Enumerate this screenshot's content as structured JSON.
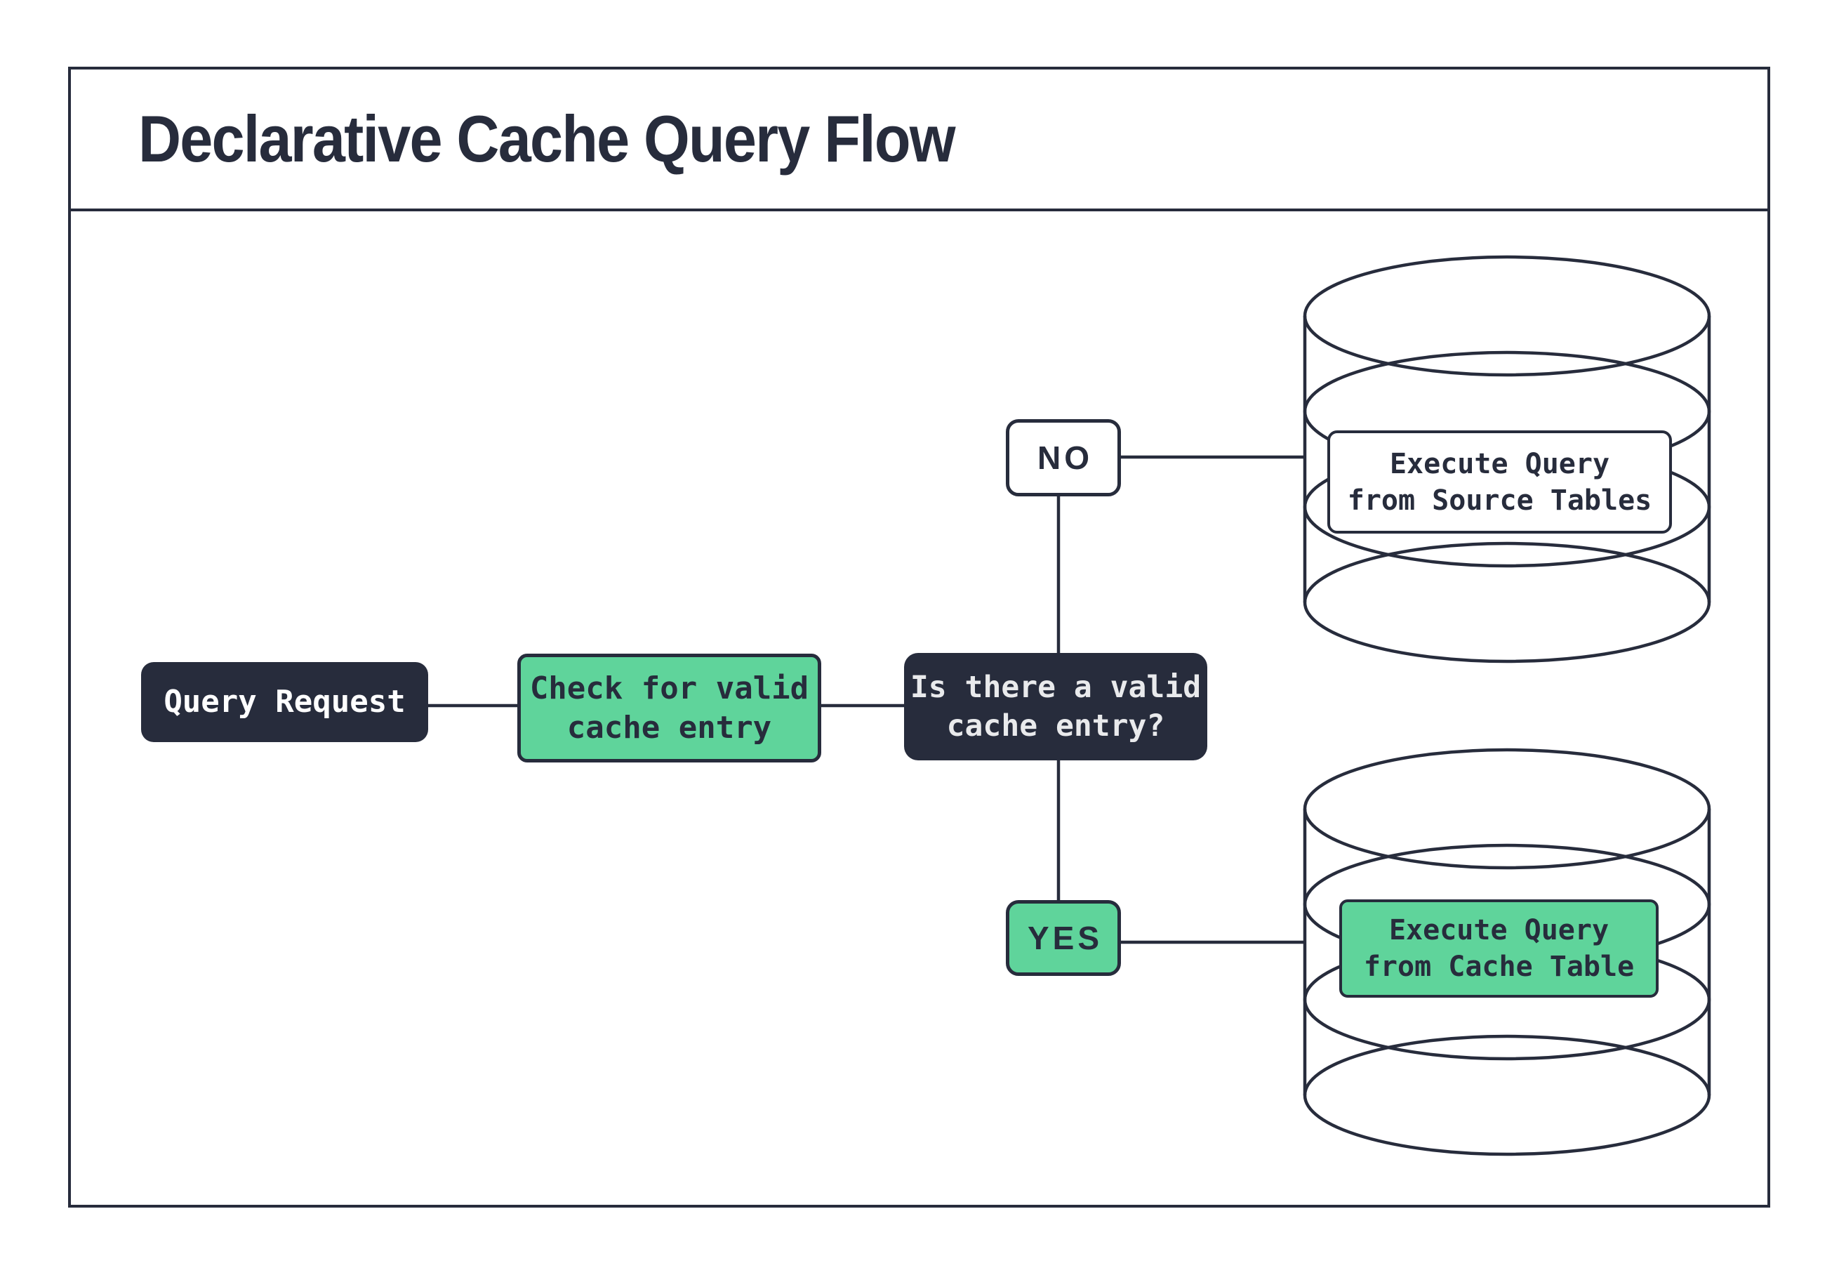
{
  "title": "Declarative Cache Query Flow",
  "colors": {
    "ink": "#272C3C",
    "green": "#5FD49B",
    "paper": "#FFFFFF",
    "decision_text": "#E9EAEC"
  },
  "nodes": {
    "query_request": {
      "label": "Query Request"
    },
    "check_cache": {
      "lines": [
        "Check for valid",
        "cache entry"
      ]
    },
    "decision": {
      "lines": [
        "Is there a valid",
        "cache entry?"
      ]
    },
    "branch_no": {
      "label": "NO"
    },
    "branch_yes": {
      "label": "YES"
    },
    "execute_source": {
      "lines": [
        "Execute Query",
        "from Source Tables"
      ]
    },
    "execute_cache": {
      "lines": [
        "Execute Query",
        "from Cache Table"
      ]
    }
  }
}
